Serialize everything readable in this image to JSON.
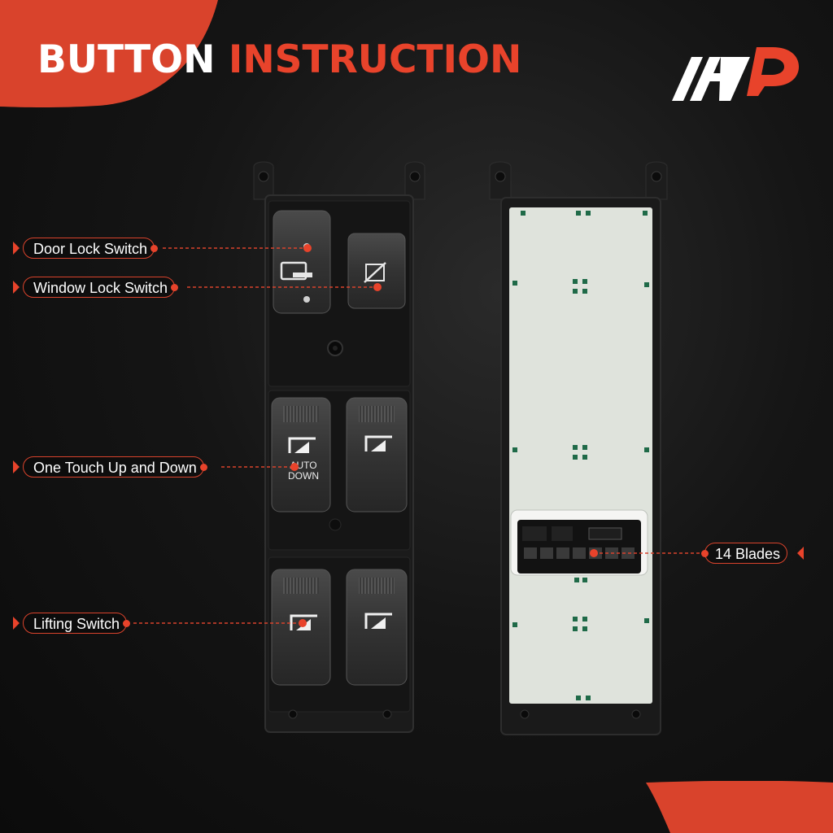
{
  "title": {
    "part1": "BUTTON",
    "part2": "INSTRUCTION"
  },
  "brand": {
    "logo": "a-premium-logo-icon",
    "accent_color": "#e8432b",
    "white": "#ffffff"
  },
  "callouts": {
    "door_lock": "Door Lock Switch",
    "window_lock": "Window Lock Switch",
    "one_touch": "One Touch Up and Down",
    "lifting": "Lifting Switch",
    "blades": "14 Blades"
  },
  "switch_text": {
    "auto": "AUTO",
    "down": "DOWN"
  }
}
